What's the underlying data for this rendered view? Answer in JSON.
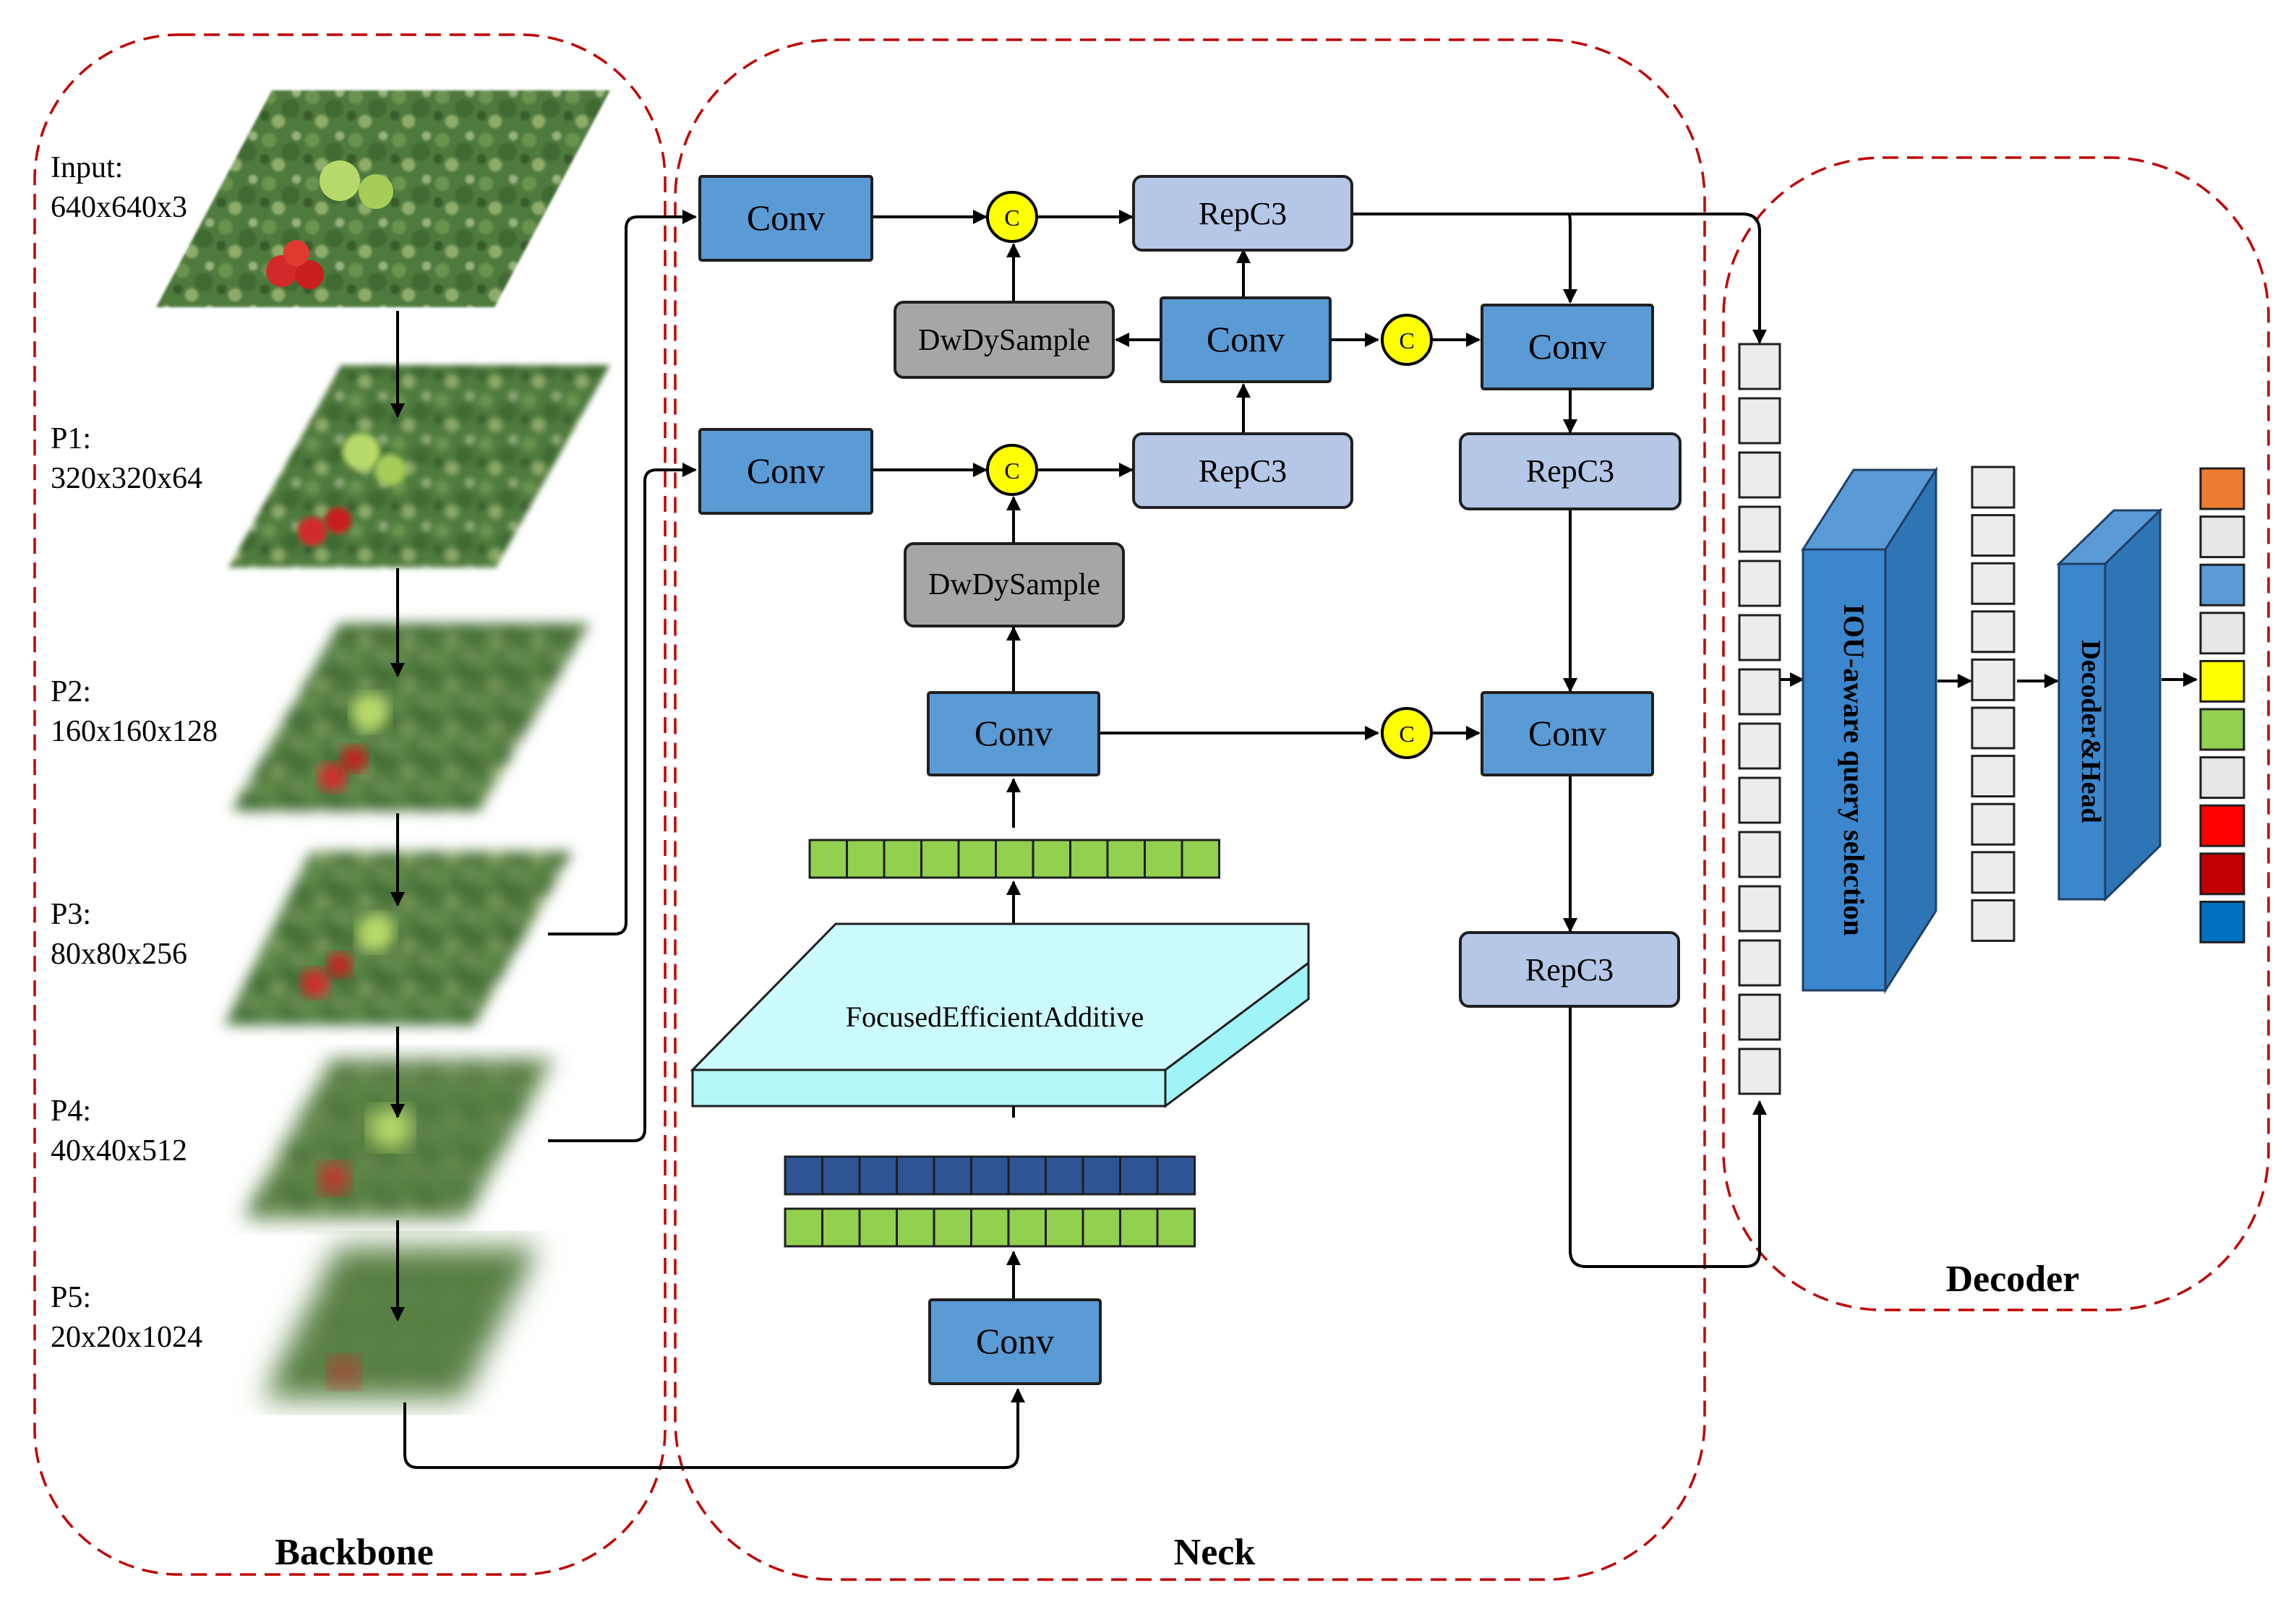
{
  "regions": {
    "backbone": "Backbone",
    "neck": "Neck",
    "decoder": "Decoder"
  },
  "backbone": {
    "layers": [
      {
        "name": "Input:",
        "size": "640x640x3"
      },
      {
        "name": "P1:",
        "size": "320x320x64"
      },
      {
        "name": "P2:",
        "size": "160x160x128"
      },
      {
        "name": "P3:",
        "size": "80x80x256"
      },
      {
        "name": "P4:",
        "size": "40x40x512"
      },
      {
        "name": "P5:",
        "size": "20x20x1024"
      }
    ]
  },
  "neck": {
    "conv": "Conv",
    "repc3": "RepC3",
    "dwdysample": "DwDySample",
    "concat": "C",
    "fea": "FocusedEfficientAdditive"
  },
  "decoder": {
    "query_selection": "IOU-aware query selection",
    "decoder_head": "Decoder&Head",
    "output_colors": [
      "#ed7d31",
      "#e7e6e6",
      "#5b9bd5",
      "#e7e6e6",
      "#ffff00",
      "#92d050",
      "#e7e6e6",
      "#ff0000",
      "#c00000",
      "#0070c0"
    ]
  },
  "colors": {
    "conv": "#5b9bd5",
    "repc3": "#b4c7e7",
    "dwdysample": "#a6a6a6",
    "concat": "#ffff00",
    "token_green": "#92d050",
    "token_navy": "#2f5597",
    "fea": "#ccfbfd",
    "region_border": "#c00000"
  }
}
